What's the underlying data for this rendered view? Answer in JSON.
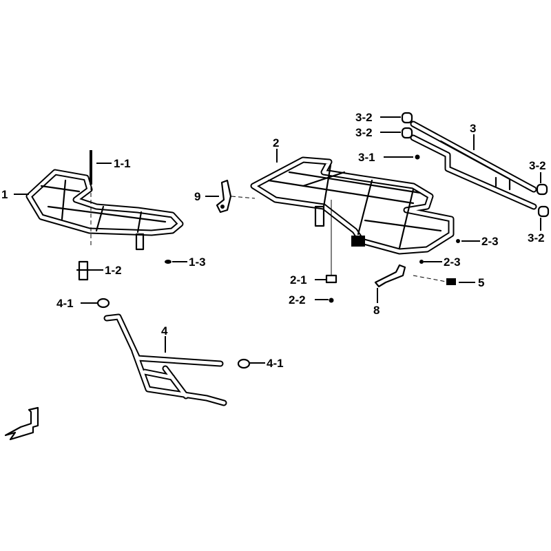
{
  "diagram": {
    "type": "exploded parts diagram",
    "callouts": {
      "front_rack": "1",
      "front_rack_bolt": "1-1",
      "front_rack_bracket": "1-2",
      "front_rack_screw": "1-3",
      "rear_rack": "2",
      "rear_rack_clip": "2-1",
      "rear_rack_nut": "2-2",
      "rear_rack_bolt_a": "2-3",
      "rear_rack_bolt_b": "2-3",
      "rear_bar": "3",
      "rear_bar_bolt": "3-1",
      "rear_bar_cap_a": "3-2",
      "rear_bar_cap_b": "3-2",
      "rear_bar_cap_c": "3-2",
      "rear_bar_cap_d": "3-2",
      "front_bumper": "4",
      "bumper_cap_a": "4-1",
      "bumper_cap_b": "4-1",
      "bolt_5": "5",
      "bracket_8": "8",
      "bracket_9": "9"
    },
    "direction_marker": "F"
  }
}
